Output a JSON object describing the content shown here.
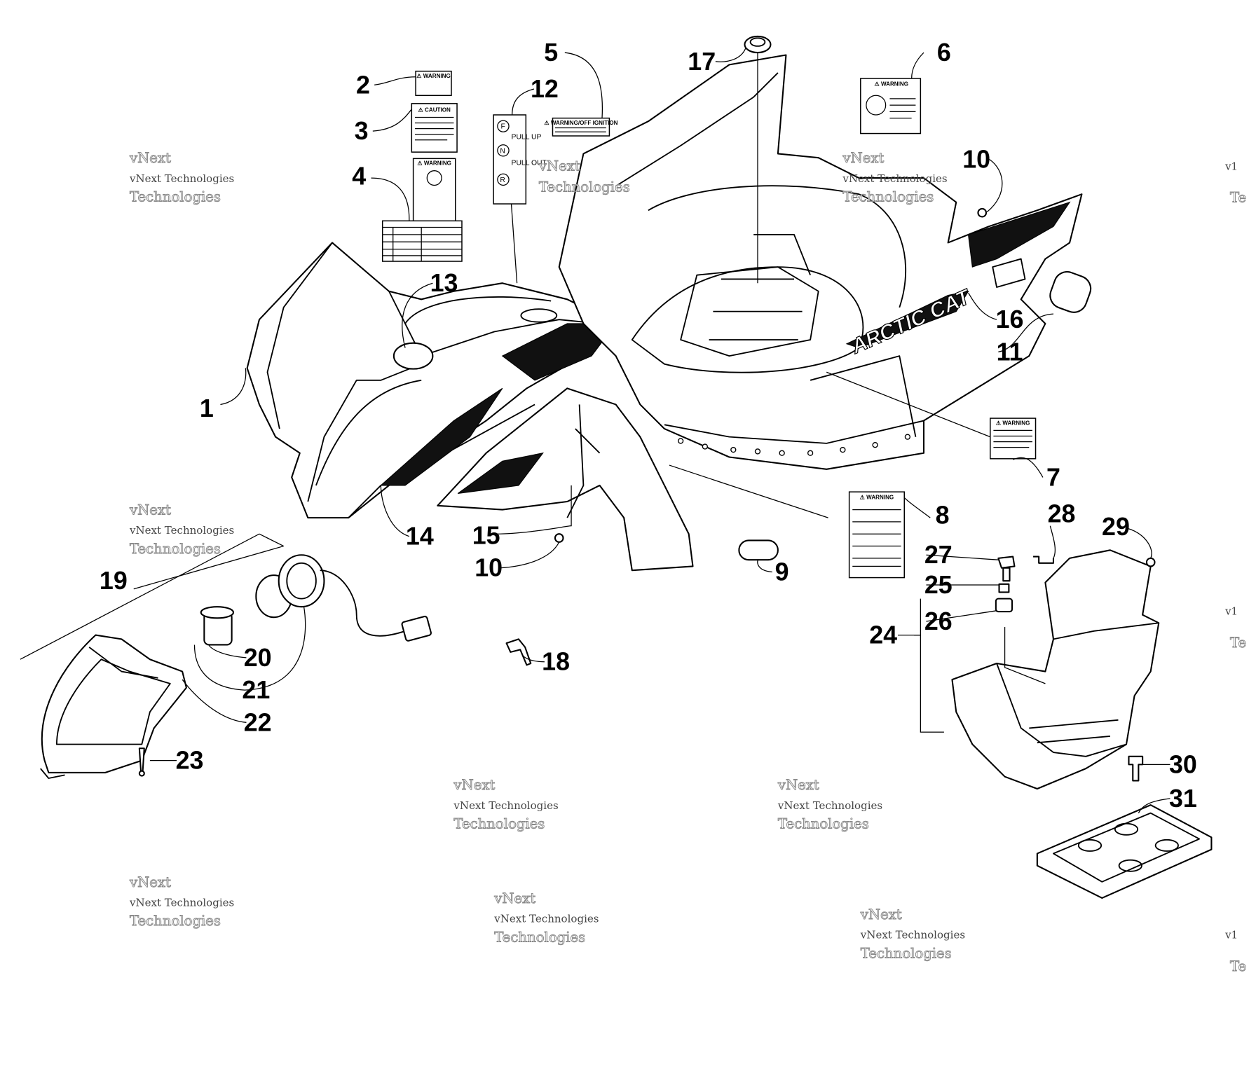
{
  "diagram": {
    "callouts": [
      "1",
      "2",
      "3",
      "4",
      "5",
      "6",
      "7",
      "8",
      "9",
      "10",
      "10",
      "11",
      "12",
      "13",
      "14",
      "15",
      "16",
      "17",
      "18",
      "19",
      "20",
      "21",
      "22",
      "23",
      "24",
      "25",
      "26",
      "27",
      "28",
      "29",
      "30",
      "31"
    ],
    "decals": {
      "warning": "⚠ WARNING",
      "caution": "⚠ CAUTION",
      "warning_off_ignition": "⚠ WARNING/OFF IGNITION"
    },
    "shift_label": {
      "f": "F",
      "n": "N",
      "r": "R",
      "pull_up": "PULL UP",
      "pull_out": "PULL OUT"
    },
    "brand_decal": "ARCTIC CAT",
    "watermark": {
      "line1": "vNext Technologies",
      "line2": "vNext",
      "line3": "Technologies",
      "edge": "v1",
      "edge2": "Te"
    }
  }
}
